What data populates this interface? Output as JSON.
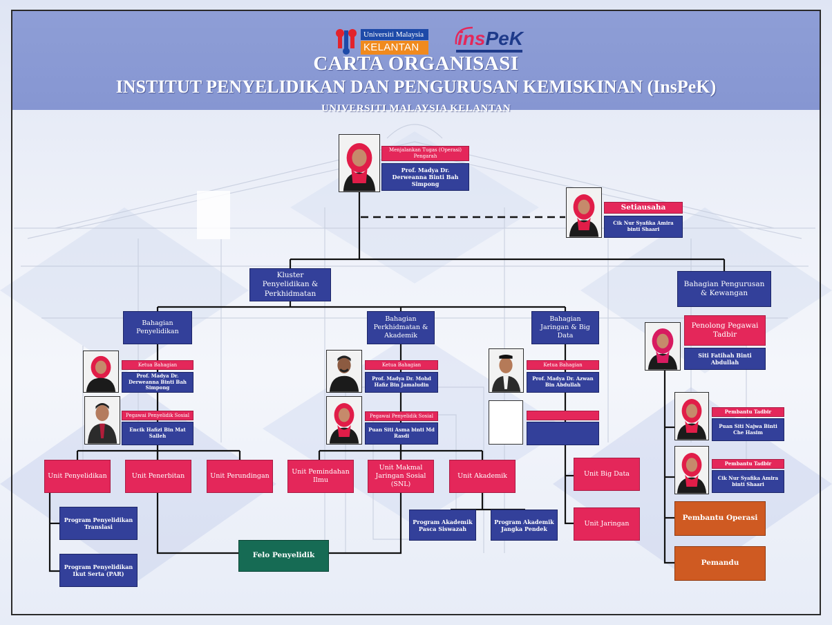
{
  "header": {
    "title_line1": "CARTA ORGANISASI",
    "title_line2": "INSTITUT PENYELIDIKAN DAN PENGURUSAN KEMISKINAN (InsPeK)",
    "title_line3": "UNIVERSITI MALAYSIA KELANTAN"
  },
  "logos": {
    "umk_top": "Universiti Malaysia",
    "umk_bottom": "KELANTAN",
    "inspek_a": "ins",
    "inspek_b": "PeK"
  },
  "colors": {
    "blue": "#33409a",
    "red": "#e4275a",
    "green": "#166b54",
    "orange": "#cf5a22",
    "header": "#8696d2"
  },
  "director": {
    "role": "Menjalankan Tugas (Operasi) Pengarah",
    "name": "Prof. Madya Dr. Derweanna Binti Bah Simpong"
  },
  "secretary": {
    "role": "Setiausaha",
    "name": "Cik Nur Syafika Amira binti Shaari"
  },
  "kluster": "Kluster Penyelidikan & Perkhidmatan",
  "bahagian_pengurusan": "Bahagian Pengurusan & Kewangan",
  "penolong": {
    "role": "Penolong Pegawai Tadbir",
    "name": "Siti Fatihah Binti Abdullah"
  },
  "pembantu1": {
    "role": "Pembantu Tadbir",
    "name": "Puan Siti Najwa Binti Che Hasim"
  },
  "pembantu2": {
    "role": "Pembantu Tadbir",
    "name": "Cik Nur Syafika Amira binti Shaari"
  },
  "pembantu_operasi": "Pembantu Operasi",
  "pemandu": "Pemandu",
  "b_penyelidikan": {
    "title": "Bahagian Penyelidikan",
    "head_role": "Ketua Bahagian",
    "head_name": "Prof. Madya Dr. Derweanna Binti Bah Simpong",
    "officer_role": "Pegawai Penyelidik Sosial",
    "officer_name": "Encik Hafizi Bin Mat Salleh"
  },
  "b_perkhidmatan": {
    "title": "Bahagian Perkhidmatan & Akademik",
    "head_role": "Ketua Bahagian",
    "head_name": "Prof. Madya Dr. Mohd Hafiz Bin Jamaludin",
    "officer_role": "Pegawai Penyelidik Sosial",
    "officer_name": "Puan Siti Asma binti Md Rasdi"
  },
  "b_jaringan": {
    "title": "Bahagian Jaringan & Big Data",
    "head_role": "Ketua Bahagian",
    "head_name": "Prof. Madya Dr. Azwan Bin Abdullah"
  },
  "units": {
    "penyelidikan": "Unit Penyelidikan",
    "penerbitan": "Unit Penerbitan",
    "perundingan": "Unit Perundingan",
    "pemindahan": "Unit Pemindahan Ilmu",
    "makmal": "Unit Makmal Jaringan Sosial (SNL)",
    "akademik": "Unit Akademik",
    "bigdata": "Unit Big Data",
    "jaringan": "Unit Jaringan"
  },
  "programs": {
    "translasi": "Program Penyelidikan Translasi",
    "par": "Program Penyelidikan Ikut Serta (PAR)",
    "pasca": "Program Akademik Pasca Siswazah",
    "jangka": "Program Akademik Jangka Pendek"
  },
  "felo": "Felo Penyelidik",
  "icons": [
    "person-photo-icon",
    "umk-logo-icon",
    "inspek-logo-icon"
  ]
}
